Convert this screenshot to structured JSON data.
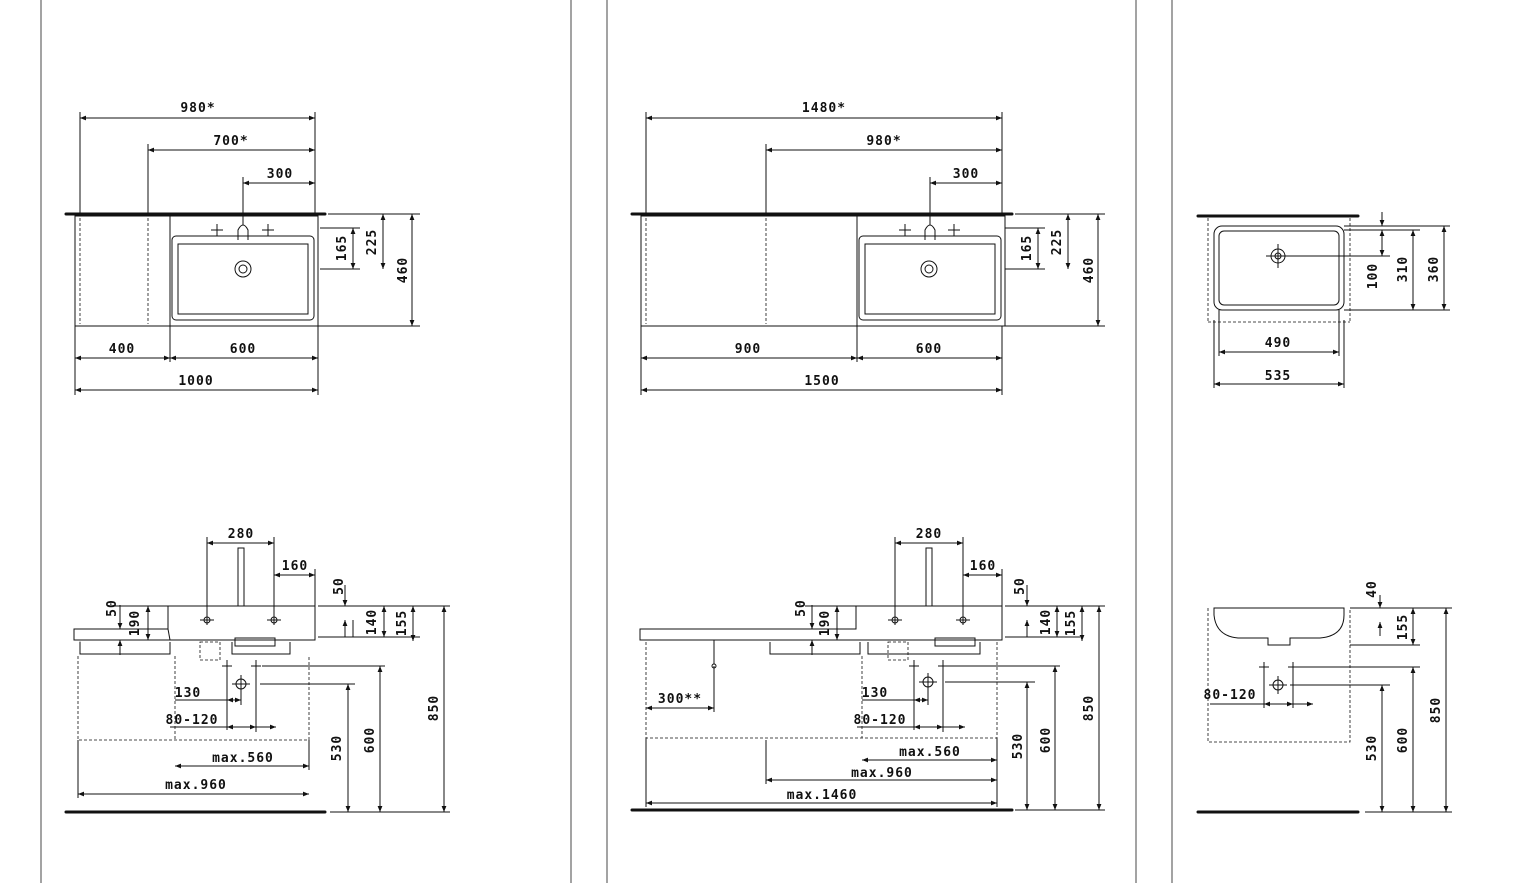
{
  "panel1": {
    "top": {
      "d980": "980*",
      "d700": "700*",
      "d300": "300",
      "d165": "165",
      "d225": "225",
      "d460": "460",
      "d400": "400",
      "d600": "600",
      "d1000": "1000"
    },
    "side": {
      "d280": "280",
      "d160": "160",
      "d50a": "50",
      "d50b": "50",
      "d190": "190",
      "d140": "140",
      "d155": "155",
      "d130": "130",
      "d80120": "80-120",
      "dmax560": "max.560",
      "dmax960": "max.960",
      "d530": "530",
      "d600": "600",
      "d850": "850"
    }
  },
  "panel2": {
    "top": {
      "d1480": "1480*",
      "d980": "980*",
      "d300": "300",
      "d165": "165",
      "d225": "225",
      "d460": "460",
      "d900": "900",
      "d600": "600",
      "d1500": "1500"
    },
    "side": {
      "d280": "280",
      "d160": "160",
      "d50a": "50",
      "d50b": "50",
      "d190": "190",
      "d140": "140",
      "d155": "155",
      "d300s": "300**",
      "d130": "130",
      "d80120": "80-120",
      "dmax560": "max.560",
      "dmax960": "max.960",
      "dmax1460": "max.1460",
      "d530": "530",
      "d600": "600",
      "d850": "850"
    }
  },
  "panel3": {
    "top": {
      "d100": "100",
      "d310": "310",
      "d360": "360",
      "d490": "490",
      "d535": "535"
    },
    "side": {
      "d40": "40",
      "d155": "155",
      "d80120": "80-120",
      "d530": "530",
      "d600": "600",
      "d850": "850"
    }
  }
}
